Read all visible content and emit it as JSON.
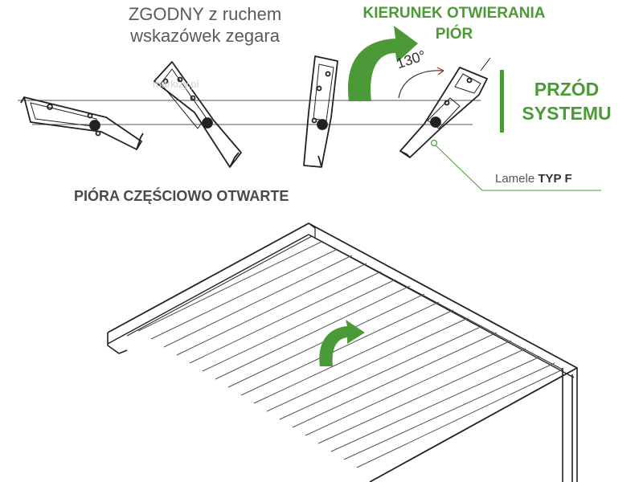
{
  "texts": {
    "top_note_line1": "ZGODNY z ruchem",
    "top_note_line2": "wskazówek zegara",
    "direction_line1": "KIERUNEK OTWIERANIA",
    "direction_line2": "PIÓR",
    "front_line1": "PRZÓD",
    "front_line2": "SYSTEMU",
    "partially_open": "PIÓRA CZĘŚCIOWO OTWARTE",
    "lamela_prefix": "Lamele ",
    "lamela_type": "TYP F",
    "angle": "130°",
    "watermark": "markizy.pl"
  },
  "icons": {
    "top_arrow": "curved-arrow-clockwise-icon",
    "roof_arrow": "curved-arrow-clockwise-icon"
  },
  "colors": {
    "accent_green": "#4b9a37",
    "line_dark": "#2a2a2a",
    "text_gray": "#5a5a5a"
  }
}
